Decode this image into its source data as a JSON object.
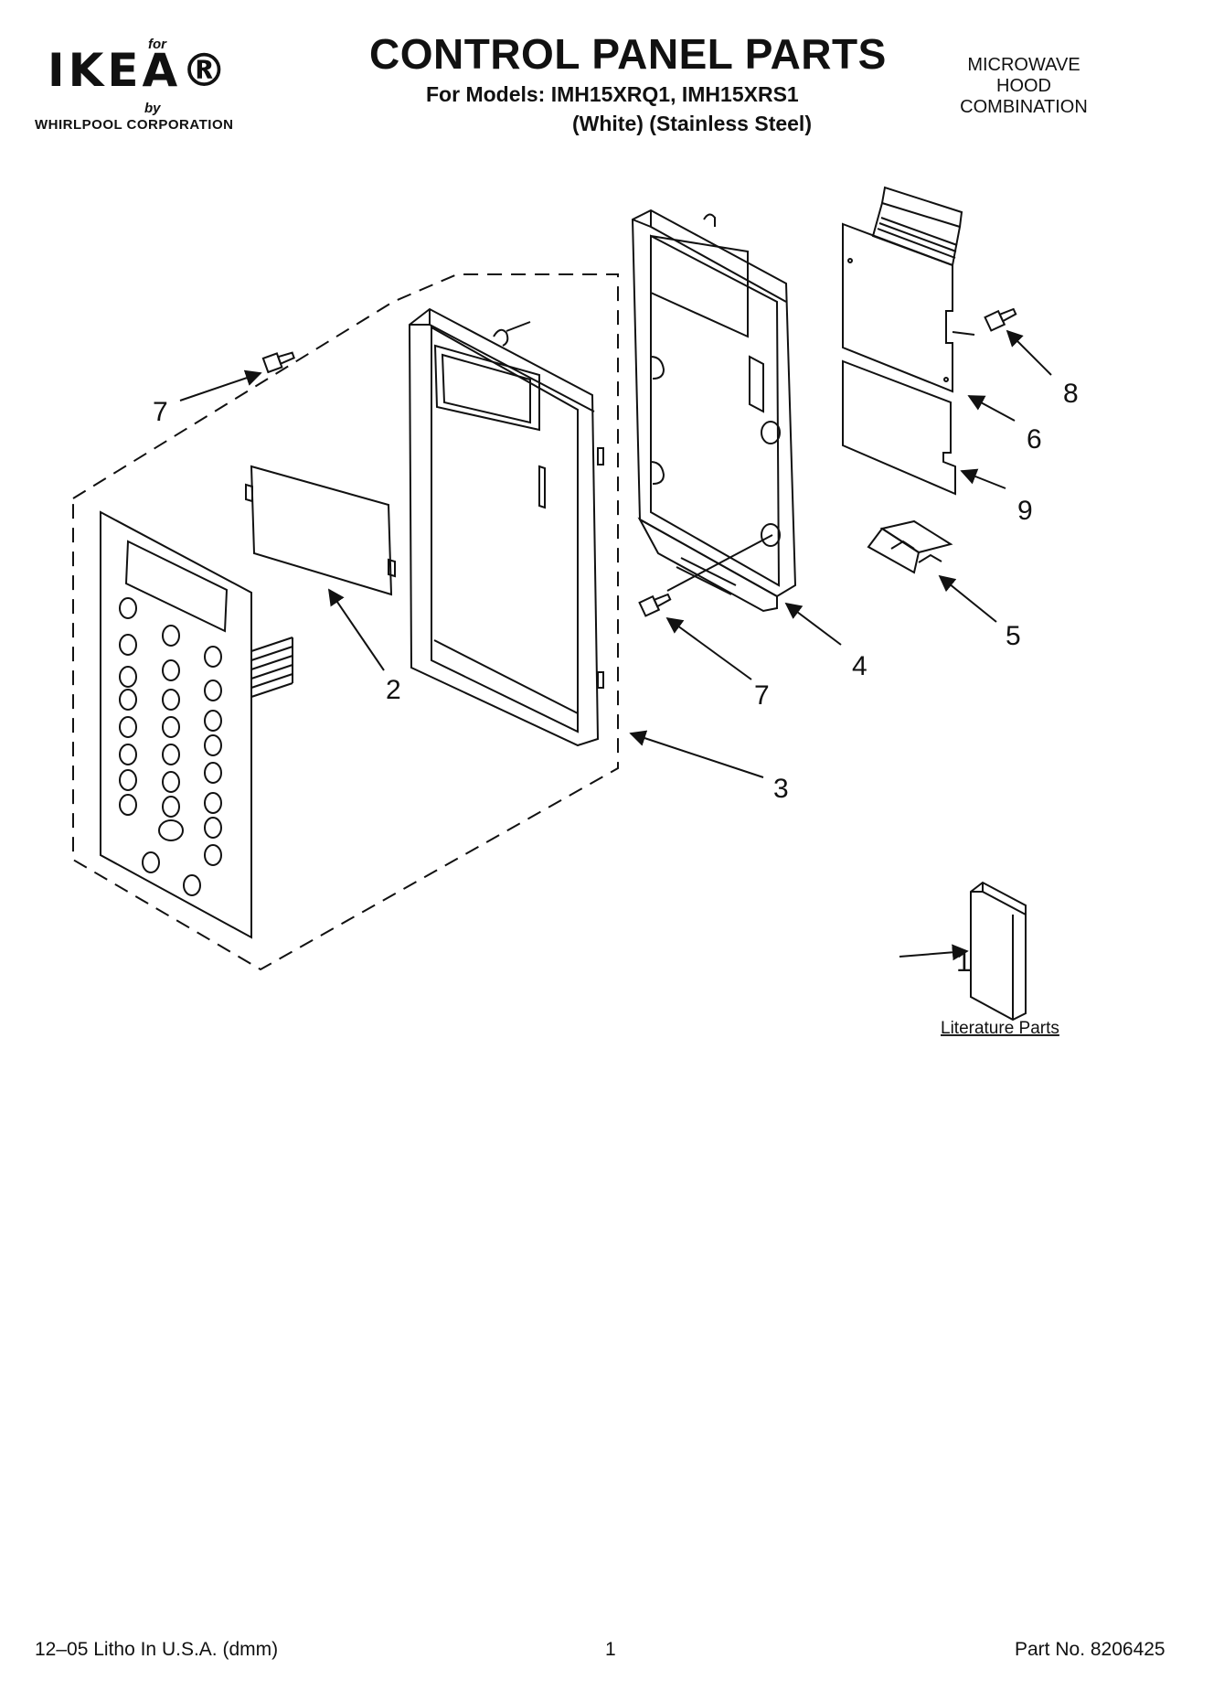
{
  "header": {
    "brand_for": "for",
    "brand_logo": "IKEA®",
    "brand_by": "by",
    "brand_corp": "WHIRLPOOL CORPORATION",
    "title": "CONTROL PANEL PARTS",
    "models": "For Models: IMH15XRQ1, IMH15XRS1",
    "variants": "(White)  (Stainless Steel)",
    "product_lines": [
      "MICROWAVE",
      "HOOD",
      "COMBINATION"
    ]
  },
  "diagram": {
    "callouts": [
      "1",
      "2",
      "3",
      "4",
      "5",
      "6",
      "7",
      "7",
      "8",
      "9"
    ],
    "literature_label": "Literature Parts"
  },
  "footer": {
    "left": "12–05 Litho In U.S.A. (dmm)",
    "page": "1",
    "part_no": "Part No. 8206425"
  }
}
